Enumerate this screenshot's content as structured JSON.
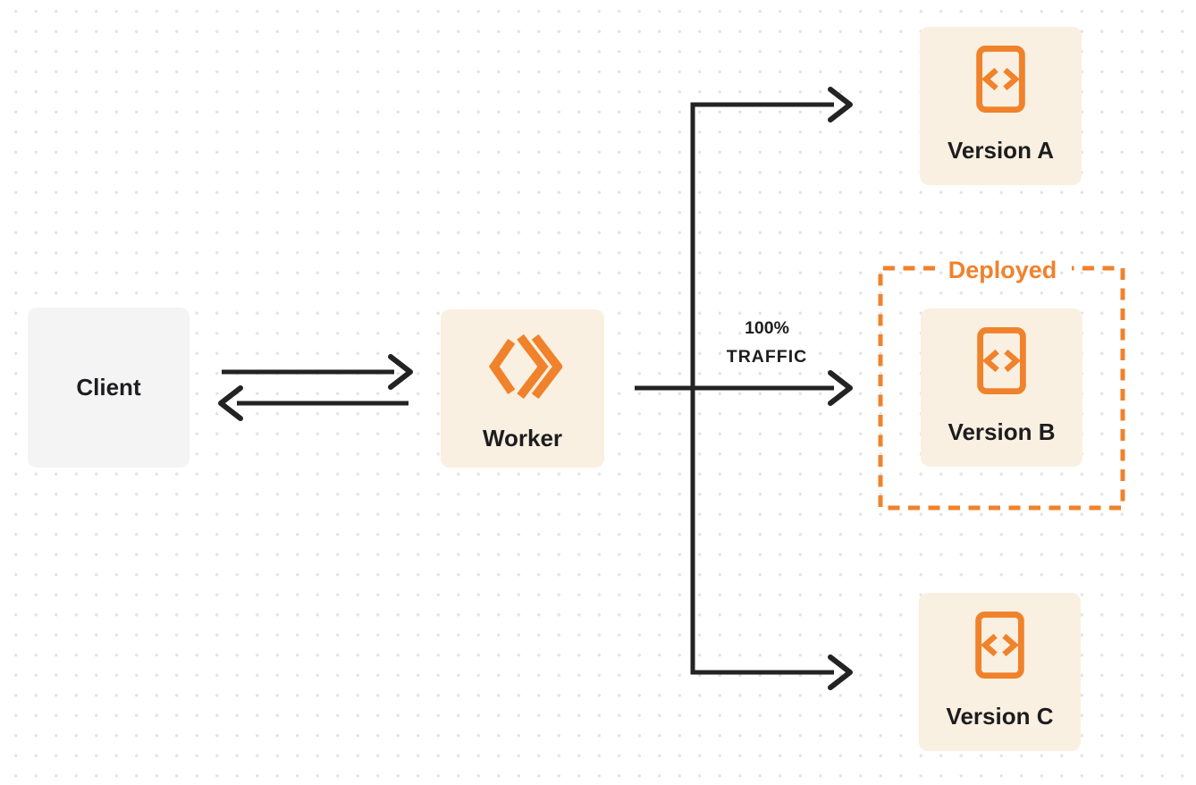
{
  "nodes": {
    "client": {
      "label": "Client"
    },
    "worker": {
      "label": "Worker"
    },
    "version_a": {
      "label": "Version A"
    },
    "version_b": {
      "label": "Version B"
    },
    "version_c": {
      "label": "Version C"
    }
  },
  "deployed_group": {
    "label": "Deployed"
  },
  "edge_labels": {
    "traffic": {
      "line1": "100%",
      "line2": "TRAFFIC"
    }
  },
  "icons": {
    "worker": "workers-double-chevron-icon",
    "version": "code-file-icon"
  },
  "colors": {
    "background": "#FFFFFF",
    "dot": "#E4E4E6",
    "line": "#232323",
    "ink": "#1D1D1F",
    "orange": "#F0822B",
    "cream": "#FAF0E1",
    "gray_box": "#F4F4F5"
  }
}
